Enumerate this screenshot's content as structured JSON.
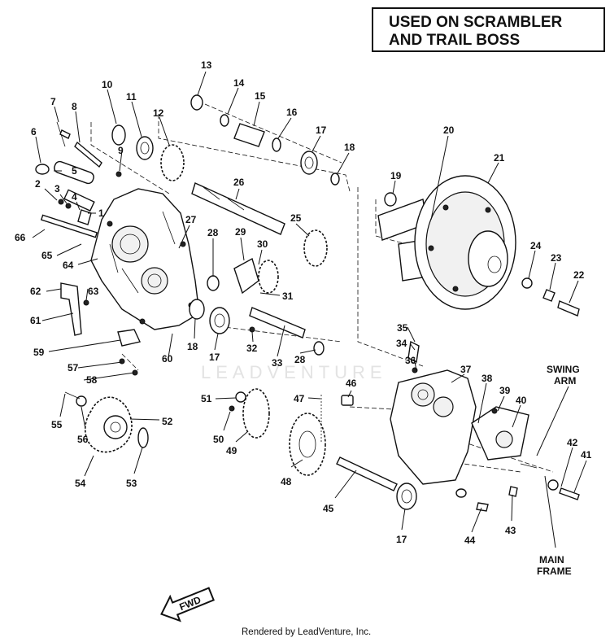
{
  "header": {
    "line1": "USED ON SCRAMBLER",
    "line2": "AND TRAIL BOSS"
  },
  "callouts": {
    "c1": "1",
    "c2": "2",
    "c3": "3",
    "c4": "4",
    "c5": "5",
    "c6": "6",
    "c7": "7",
    "c8": "8",
    "c9": "9",
    "c10": "10",
    "c11": "11",
    "c12": "12",
    "c13": "13",
    "c14": "14",
    "c15": "15",
    "c16": "16",
    "c17a": "17",
    "c17b": "17",
    "c17c": "17",
    "c18a": "18",
    "c18b": "18",
    "c19": "19",
    "c20": "20",
    "c21": "21",
    "c22": "22",
    "c23": "23",
    "c24": "24",
    "c25": "25",
    "c26": "26",
    "c27": "27",
    "c28a": "28",
    "c28b": "28",
    "c29": "29",
    "c30": "30",
    "c31": "31",
    "c32": "32",
    "c33": "33",
    "c34": "34",
    "c35": "35",
    "c36": "36",
    "c37": "37",
    "c38": "38",
    "c39": "39",
    "c40": "40",
    "c41": "41",
    "c42": "42",
    "c43": "43",
    "c44": "44",
    "c45": "45",
    "c46": "46",
    "c47": "47",
    "c48": "48",
    "c49": "49",
    "c50": "50",
    "c51": "51",
    "c52": "52",
    "c53": "53",
    "c54": "54",
    "c55": "55",
    "c56": "56",
    "c57": "57",
    "c58": "58",
    "c59": "59",
    "c60": "60",
    "c61": "61",
    "c62": "62",
    "c63": "63",
    "c64": "64",
    "c65": "65",
    "c66": "66"
  },
  "labels": {
    "swing_arm_1": "SWING",
    "swing_arm_2": "ARM",
    "main_frame_1": "MAIN",
    "main_frame_2": "FRAME"
  },
  "fwd_arrow": "FWD",
  "watermark": "LEADVENTURE",
  "footer": "Rendered by LeadVenture, Inc."
}
